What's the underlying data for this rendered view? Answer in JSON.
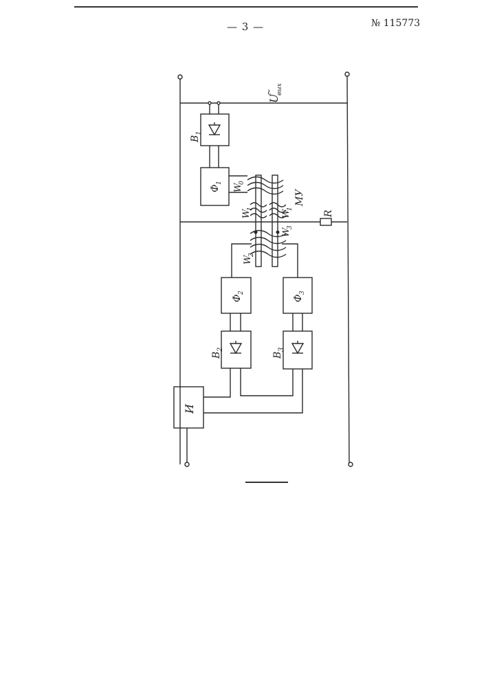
{
  "page_header": {
    "page_number": "— 3 —",
    "patent_number": "№ 115773"
  },
  "diagram": {
    "output_label_main": "U",
    "output_label_sub": "вых",
    "output_label_tilde": "~",
    "blocks": {
      "B1": {
        "letter": "B",
        "sub": "1"
      },
      "F1": {
        "letter": "Ф",
        "sub": "1"
      },
      "F2": {
        "letter": "Ф",
        "sub": "2"
      },
      "F3": {
        "letter": "Ф",
        "sub": "3"
      },
      "B2": {
        "letter": "B",
        "sub": "2"
      },
      "B3": {
        "letter": "B",
        "sub": "3"
      },
      "U": {
        "letter": "И"
      }
    },
    "windings": {
      "w0": {
        "letter": "W",
        "sub": "0"
      },
      "w1a": {
        "letter": "W",
        "sub": "1"
      },
      "w1b": {
        "letter": "W",
        "sub": "1"
      },
      "w2": {
        "letter": "W",
        "sub": "2"
      },
      "w3": {
        "letter": "W",
        "sub": "3"
      }
    },
    "amplifier_label": "МУ",
    "resistor_label": "R"
  }
}
